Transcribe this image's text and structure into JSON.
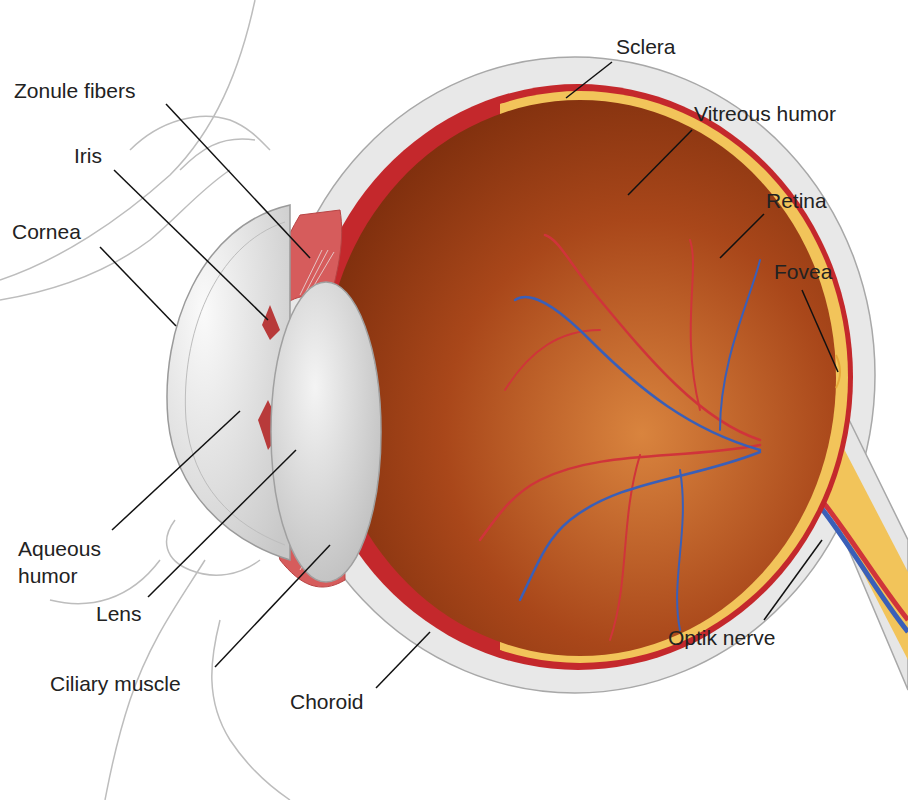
{
  "diagram": {
    "labels": [
      "Sclera",
      "Zonule fibers",
      "Vitreous humor",
      "Iris",
      "Retina",
      "Cornea",
      "Fovea",
      "Aqueous humor",
      "Lens",
      "Ciliary muscle",
      "Choroid",
      "Optik nerve"
    ]
  }
}
